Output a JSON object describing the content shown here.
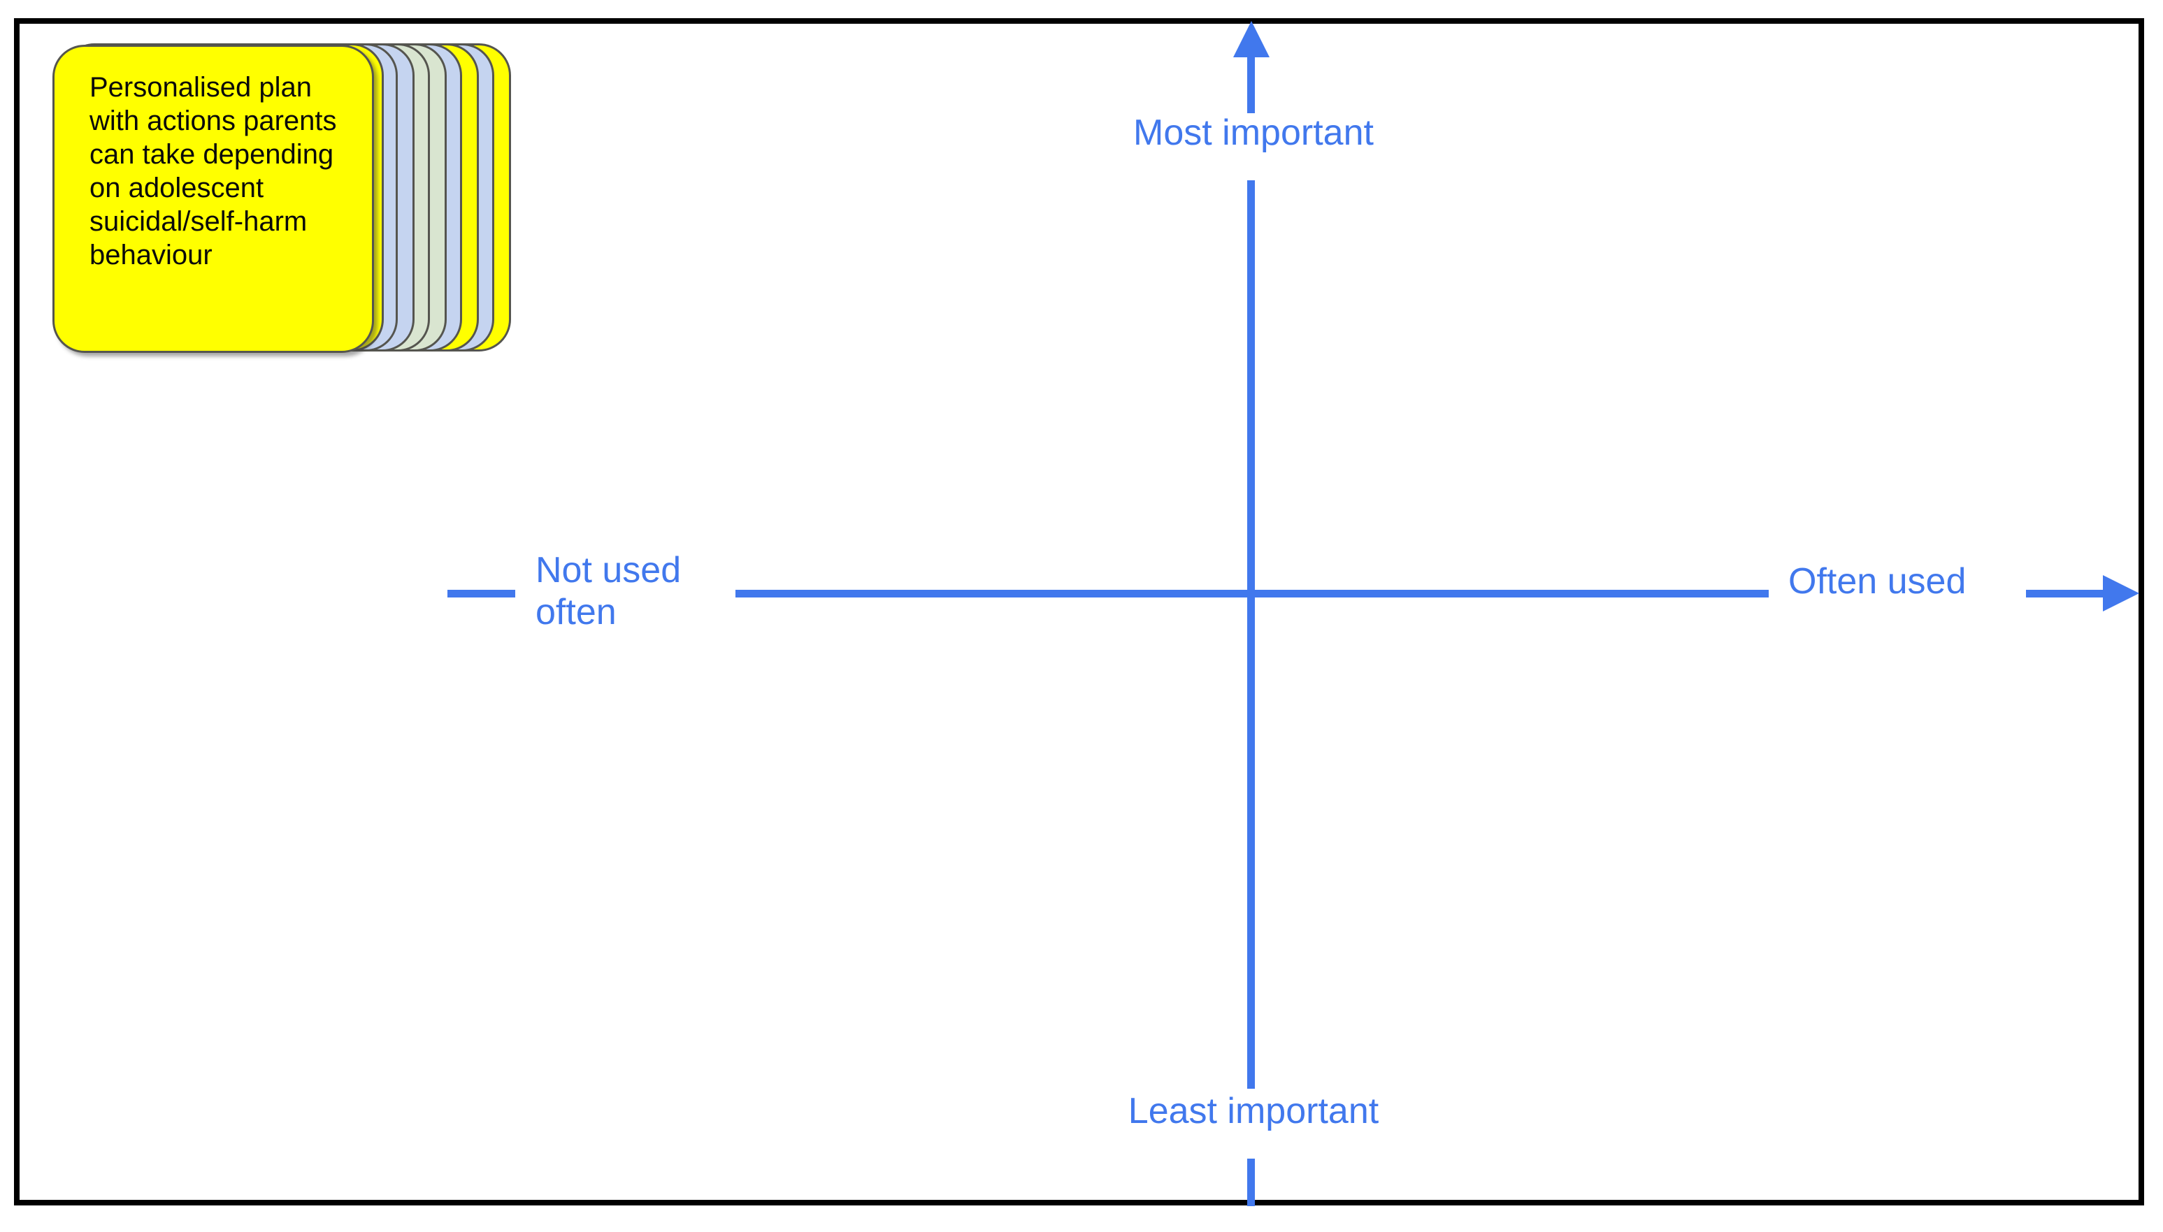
{
  "diagram": {
    "type": "2x2-prioritisation-grid",
    "border_color": "#000000",
    "background_color": "#ffffff",
    "axis_color": "#4178ed",
    "card": {
      "text": "Personalised plan with actions parents can take depending on adolescent suicidal/self-harm behaviour",
      "fill_color": "#ffff00",
      "outline_color": "#55554f",
      "text_color": "#0a0a0a",
      "stack_colors": [
        "#ffff00",
        "#c5d4f0",
        "#c5d4f0",
        "#d9e5d0",
        "#d9e5d0",
        "#c5d4f0",
        "#ffff00",
        "#c5d4f0",
        "#ffff00"
      ]
    },
    "axes": {
      "vertical": {
        "top_label": "Most important",
        "bottom_label": "Least important",
        "has_top_arrow": true,
        "has_bottom_arrow": false
      },
      "horizontal": {
        "left_label": "Not used\noften",
        "right_label": "Often used",
        "has_right_arrow": true,
        "has_left_arrow": false
      }
    }
  }
}
